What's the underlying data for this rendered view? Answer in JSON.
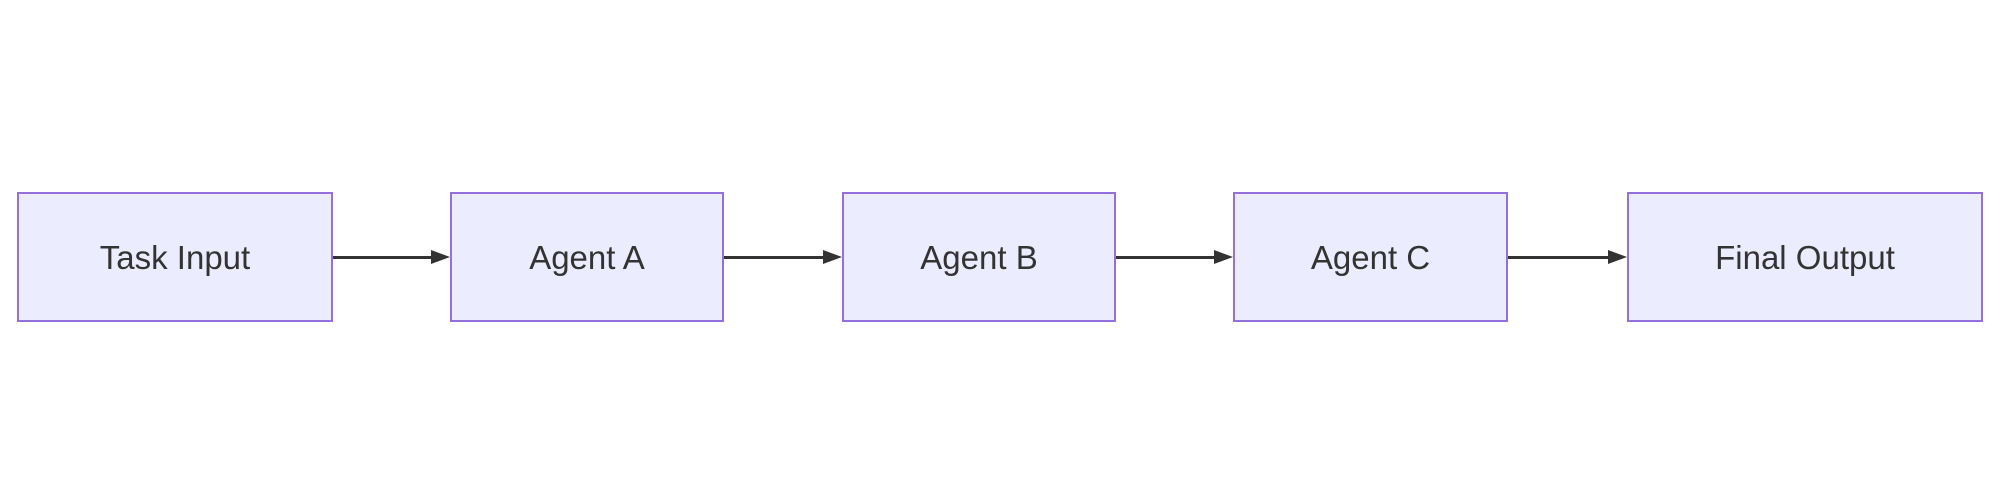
{
  "diagram": {
    "type": "flowchart",
    "direction": "left-to-right",
    "nodes": [
      {
        "id": "task-input",
        "label": "Task Input"
      },
      {
        "id": "agent-a",
        "label": "Agent A"
      },
      {
        "id": "agent-b",
        "label": "Agent B"
      },
      {
        "id": "agent-c",
        "label": "Agent C"
      },
      {
        "id": "final-output",
        "label": "Final Output"
      }
    ],
    "edges": [
      {
        "from": "Task Input",
        "to": "Agent A"
      },
      {
        "from": "Agent A",
        "to": "Agent B"
      },
      {
        "from": "Agent B",
        "to": "Agent C"
      },
      {
        "from": "Agent C",
        "to": "Final Output"
      }
    ],
    "colors": {
      "node_fill": "#ECECFF",
      "node_border": "#9370DB",
      "node_text": "#333333",
      "arrow": "#333333",
      "background": "#FFFFFF"
    }
  }
}
